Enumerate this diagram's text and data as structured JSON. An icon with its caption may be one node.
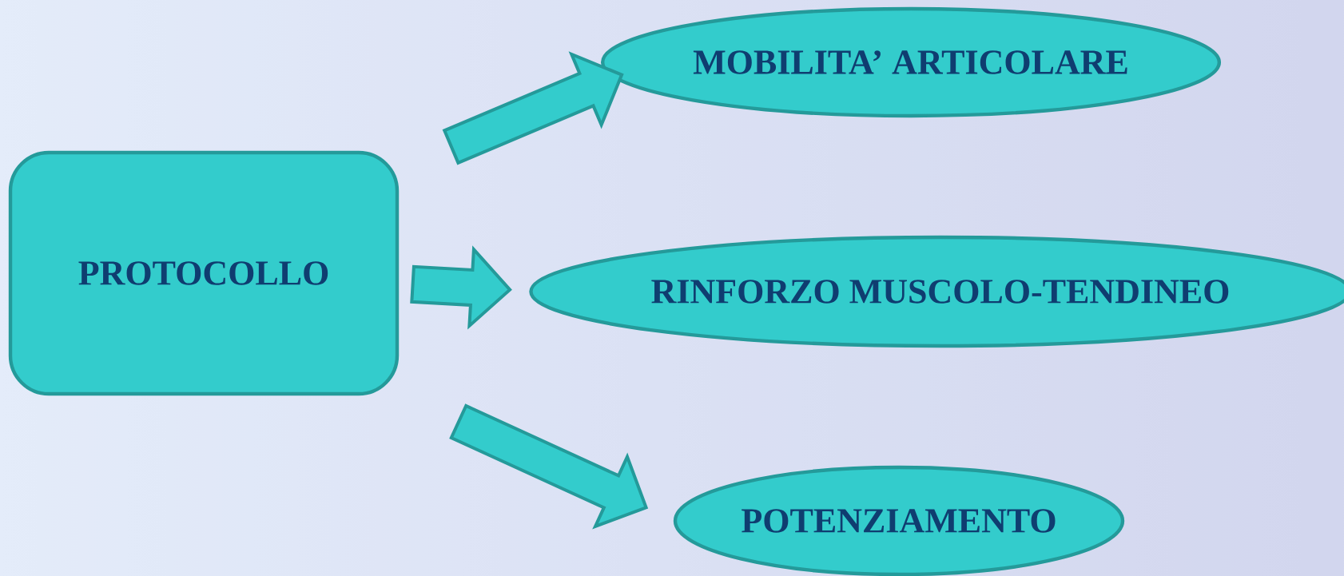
{
  "diagram": {
    "nodes": [
      {
        "text": [
          "PROTOCOLLO"
        ]
      },
      {
        "text": [
          "MOBILITA’ ARTICOLARE"
        ]
      },
      {
        "text": [
          "RINFORZO MUSCOLO-TENDINEO"
        ]
      },
      {
        "text": [
          "POTENZIAMENTO"
        ]
      }
    ],
    "edges": [
      {
        "from": 0,
        "to": 1,
        "arrow": "to"
      },
      {
        "from": 0,
        "to": 2,
        "arrow": "to"
      },
      {
        "from": 0,
        "to": 3,
        "arrow": "to"
      }
    ]
  }
}
